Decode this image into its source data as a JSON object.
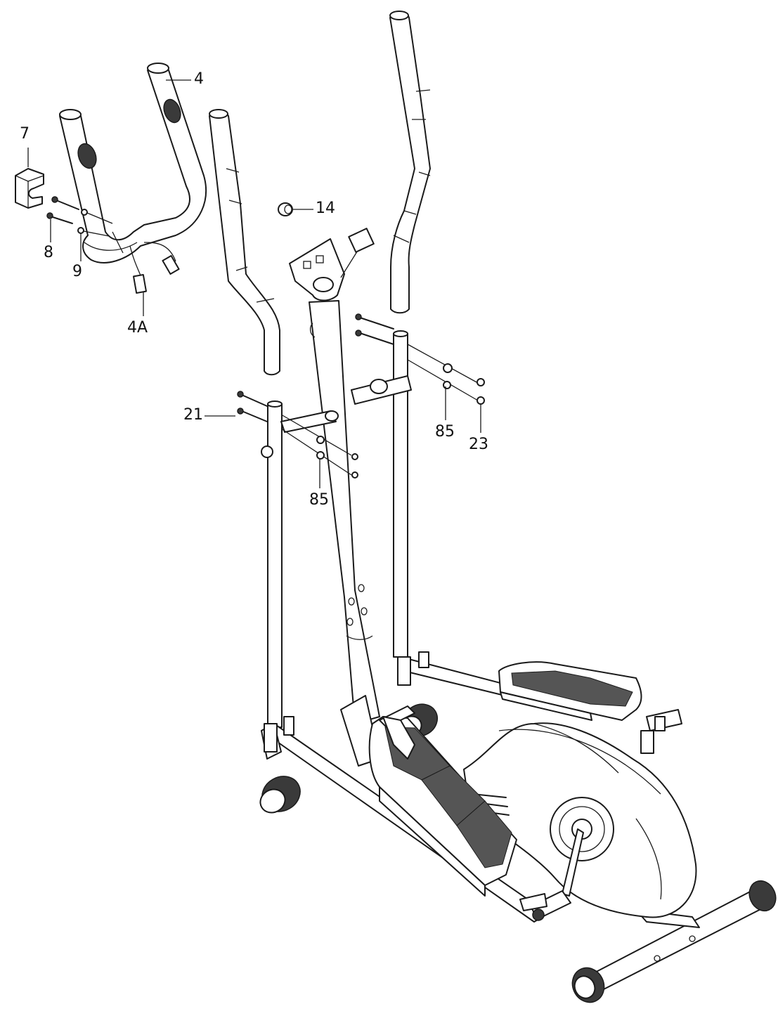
{
  "labels": {
    "p4": "4",
    "p7": "7",
    "p14": "14",
    "p8": "8",
    "p9": "9",
    "p4a": "4A",
    "p21": "21",
    "p85_right": "85",
    "p23": "23",
    "p85_left": "85"
  },
  "colors": {
    "line": "#1a1a1a",
    "background": "#ffffff"
  }
}
